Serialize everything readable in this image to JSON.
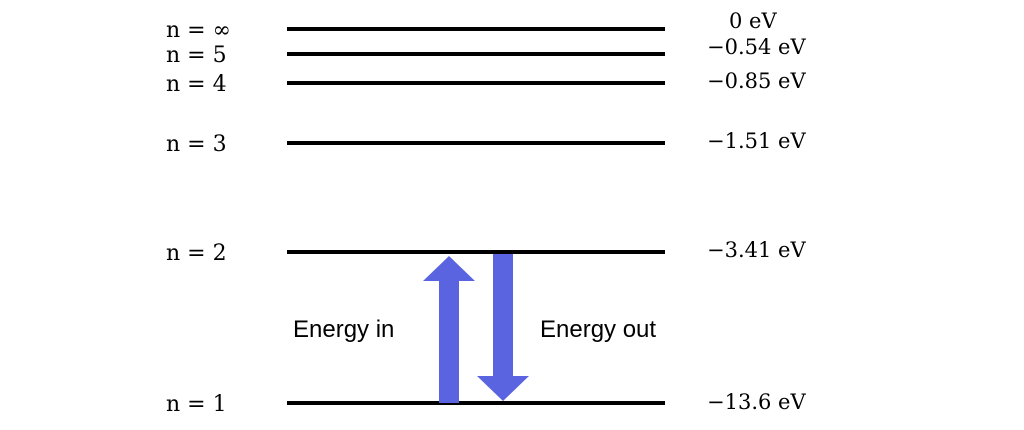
{
  "levels": [
    {
      "n_label": "n = ∞",
      "energy_label": "0 eV"
    },
    {
      "n_label": "n = 5",
      "energy_label": "−0.54 eV"
    },
    {
      "n_label": "n = 4",
      "energy_label": "−0.85 eV"
    },
    {
      "n_label": "n = 3",
      "energy_label": "−1.51 eV"
    },
    {
      "n_label": "n = 2",
      "energy_label": "−3.41 eV"
    },
    {
      "n_label": "n = 1",
      "energy_label": "−13.6 eV"
    }
  ],
  "arrows": {
    "up_label": "Energy in",
    "down_label": "Energy out",
    "color": "#5a64e0"
  }
}
